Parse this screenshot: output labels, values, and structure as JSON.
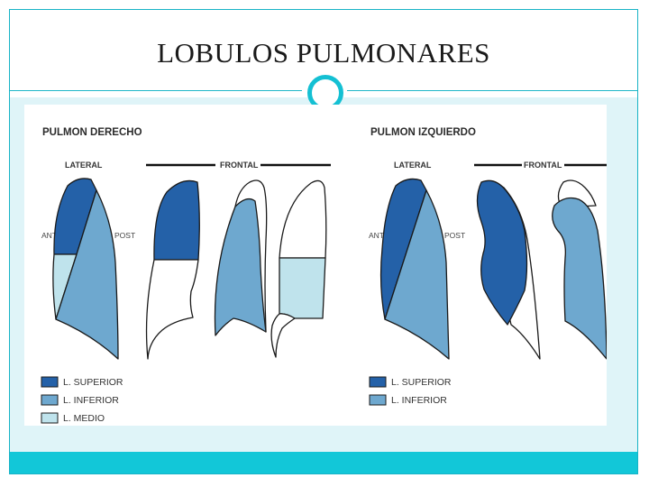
{
  "slide": {
    "title": "LOBULOS PULMONARES"
  },
  "colors": {
    "frame": "#17b3c6",
    "band": "#dff4f8",
    "bottom_bar": "#12c7d8",
    "ring": "#14c0d3",
    "lobe_superior": "#2461a8",
    "lobe_inferior": "#6ea8cf",
    "lobe_medio": "#bfe3ec"
  },
  "figure": {
    "right_lung": {
      "heading": "PULMON DERECHO",
      "lateral_label": "LATERAL",
      "frontal_label": "FRONTAL",
      "ant_label": "ANT",
      "post_label": "POST",
      "legend": [
        {
          "label": "L. SUPERIOR",
          "color": "#2461a8"
        },
        {
          "label": "L. INFERIOR",
          "color": "#6ea8cf"
        },
        {
          "label": "L. MEDIO",
          "color": "#bfe3ec"
        }
      ]
    },
    "left_lung": {
      "heading": "PULMON IZQUIERDO",
      "lateral_label": "LATERAL",
      "frontal_label": "FRONTAL",
      "ant_label": "ANT",
      "post_label": "POST",
      "legend": [
        {
          "label": "L. SUPERIOR",
          "color": "#2461a8"
        },
        {
          "label": "L. INFERIOR",
          "color": "#6ea8cf"
        }
      ]
    }
  }
}
